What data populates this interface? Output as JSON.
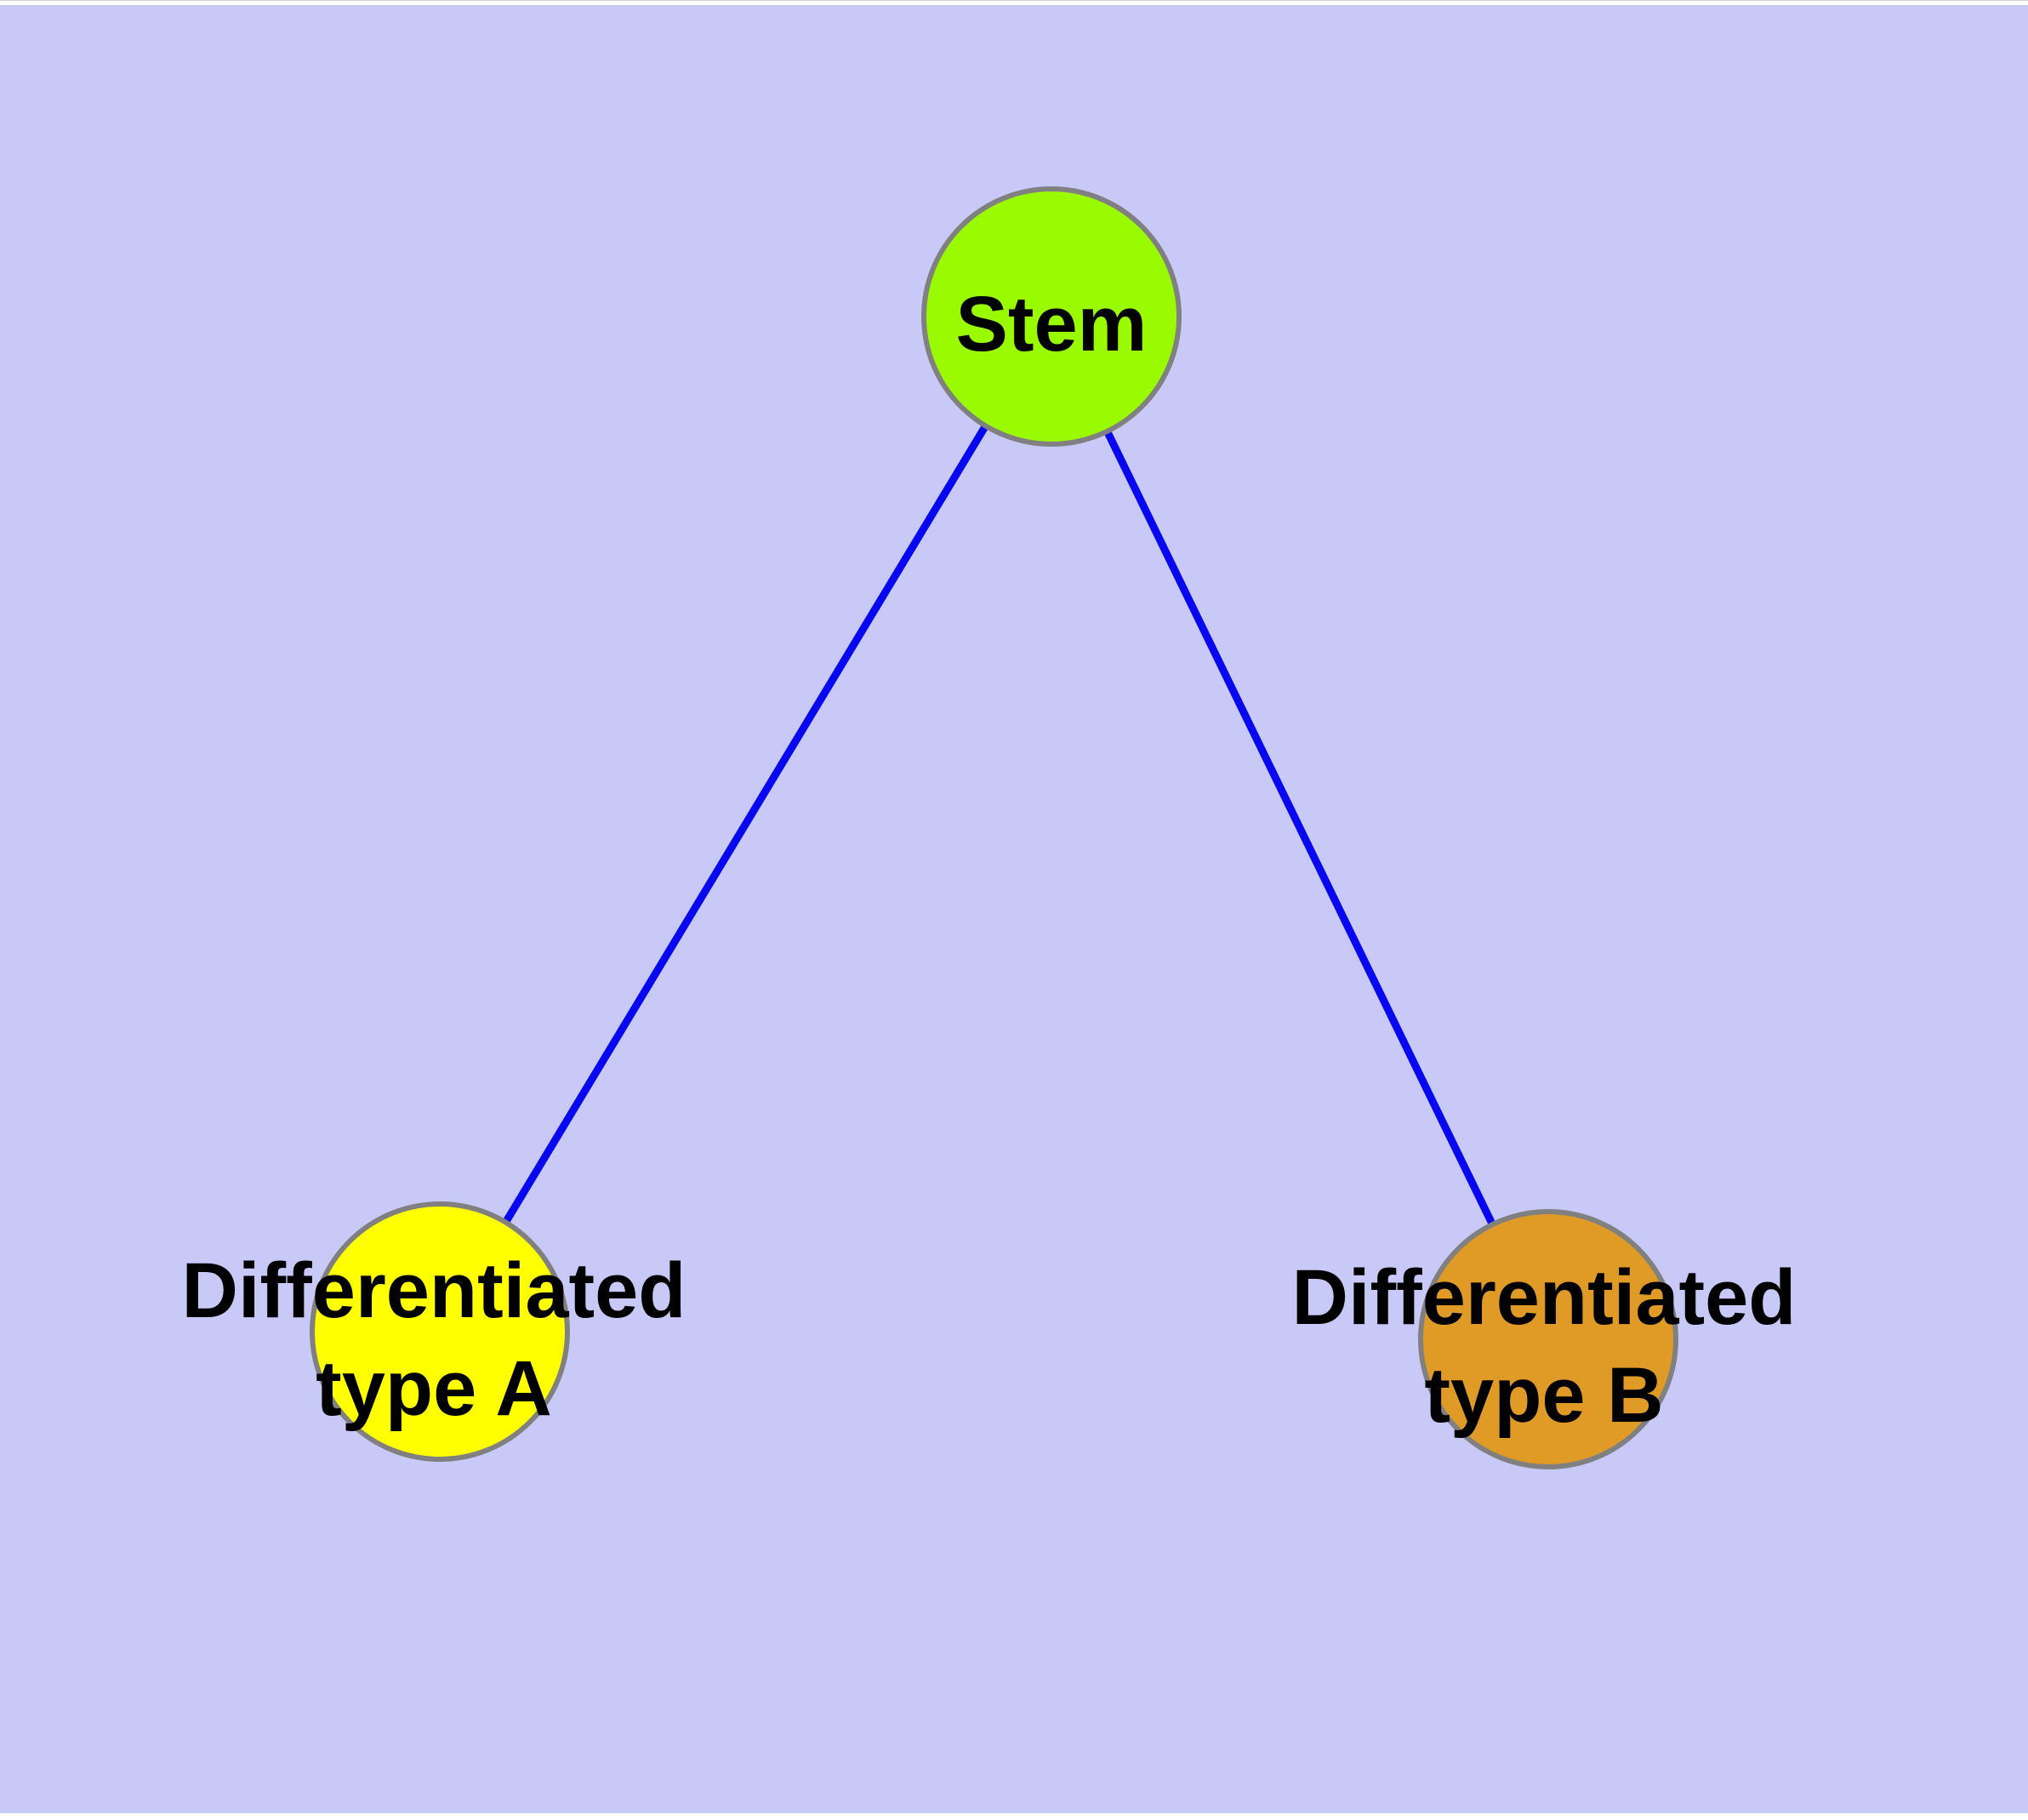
{
  "diagram": {
    "background_color": "#C9C9F8",
    "edge_color": "#0808F0",
    "node_border_color": "#808080",
    "label_color": "#000000",
    "nodes": [
      {
        "id": "stem",
        "label": "Stem",
        "fill": "#9AFB00"
      },
      {
        "id": "differentiated-type-a",
        "label_line1": "Differentiated",
        "label_line2": "type A",
        "fill": "#FFFF00"
      },
      {
        "id": "differentiated-type-b",
        "label_line1": "Differentiated",
        "label_line2": "type B",
        "fill": "#E09A26"
      }
    ],
    "edges": [
      {
        "from": "Stem",
        "to": "Differentiated type A"
      },
      {
        "from": "Stem",
        "to": "Differentiated type B"
      }
    ]
  }
}
